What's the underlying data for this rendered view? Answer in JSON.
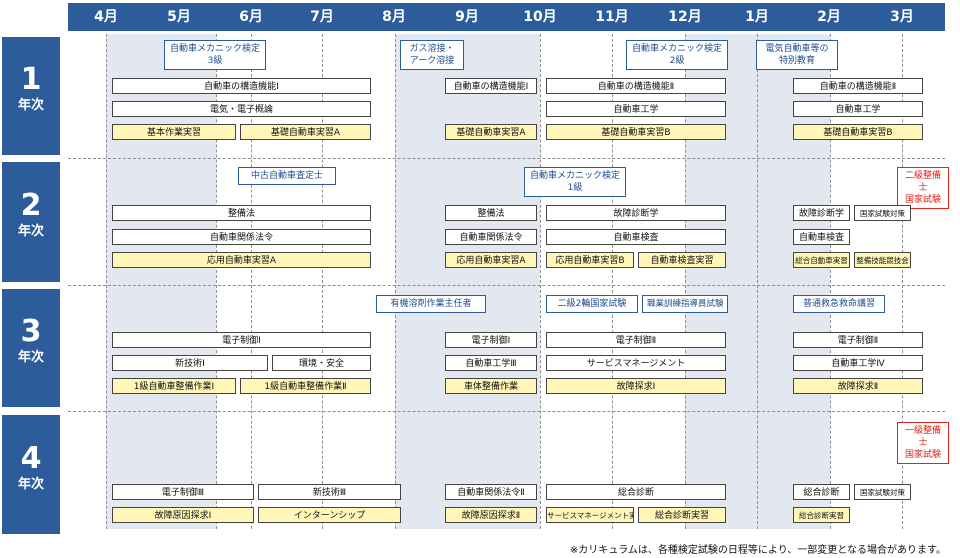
{
  "months": [
    "4月",
    "5月",
    "6月",
    "7月",
    "8月",
    "9月",
    "10月",
    "11月",
    "12月",
    "1月",
    "2月",
    "3月"
  ],
  "years": [
    {
      "number": "1",
      "label": "年次"
    },
    {
      "number": "2",
      "label": "年次"
    },
    {
      "number": "3",
      "label": "年次"
    },
    {
      "number": "4",
      "label": "年次"
    }
  ],
  "y1": {
    "exams": [
      "自動車メカニック検定\n3級",
      "ガス溶接・\nアーク溶接",
      "自動車メカニック検定\n2級",
      "電気自動車等の\n特別教育"
    ],
    "courses": [
      "自動車の構造機能Ⅰ",
      "自動車の構造機能Ⅰ",
      "自動車の構造機能Ⅱ",
      "自動車の構造機能Ⅱ",
      "電気・電子概論",
      "自動車工学",
      "自動車工学",
      "基本作業実習",
      "基礎自動車実習A",
      "基礎自動車実習A",
      "基礎自動車実習B",
      "基礎自動車実習B"
    ]
  },
  "y2": {
    "exams": [
      "中古自動車査定士",
      "自動車メカニック検定\n1級",
      "二級整備士\n国家試験"
    ],
    "courses": [
      "整備法",
      "整備法",
      "故障診断学",
      "故障診断学",
      "国家試験対策",
      "自動車関係法令",
      "自動車関係法令",
      "自動車検査",
      "自動車検査",
      "応用自動車実習A",
      "応用自動車実習A",
      "応用自動車実習B",
      "自動車検査実習",
      "総合自動車実習",
      "整備技能競技会"
    ]
  },
  "y3": {
    "exams": [
      "有機溶剤作業主任者",
      "二級2輪国家試験",
      "職業訓練指導員試験",
      "普通救急救命講習"
    ],
    "courses": [
      "電子制御Ⅰ",
      "電子制御Ⅰ",
      "電子制御Ⅱ",
      "電子制御Ⅱ",
      "新技術Ⅰ",
      "環境・安全",
      "自動車工学Ⅲ",
      "サービスマネージメント",
      "自動車工学Ⅳ",
      "1級自動車整備作業Ⅰ",
      "1級自動車整備作業Ⅱ",
      "車体整備作業",
      "故障探求Ⅰ",
      "故障探求Ⅱ"
    ]
  },
  "y4": {
    "exams": [
      "一級整備士\n国家試験"
    ],
    "courses": [
      "電子制御Ⅲ",
      "新技術Ⅲ",
      "自動車関係法令Ⅱ",
      "総合診断",
      "総合診断",
      "国家試験対策",
      "故障原因探求Ⅰ",
      "インターンシップ",
      "故障原因探求Ⅱ",
      "サービスマネージメント実習",
      "総合診断実習",
      "総合診断実習"
    ]
  },
  "footnote": "※カリキュラムは、各種検定試験の日程等により、一部変更となる場合があります。"
}
